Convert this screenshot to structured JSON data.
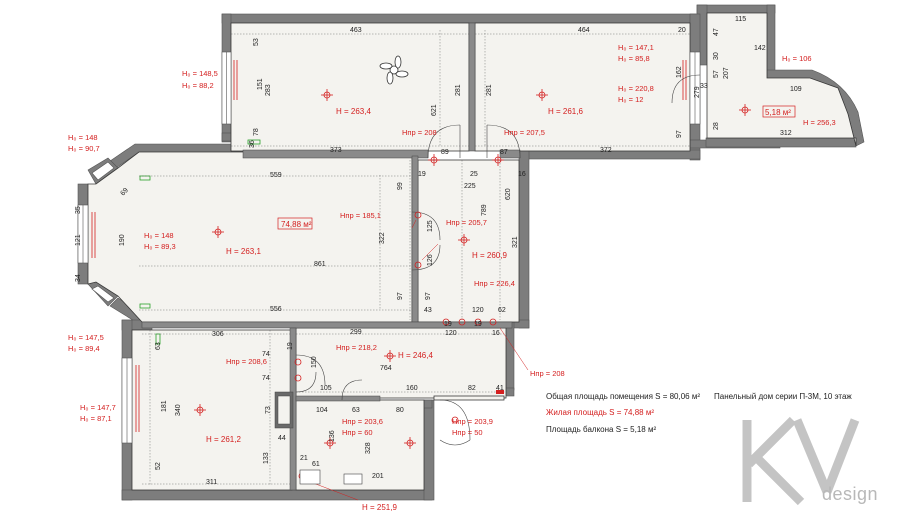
{
  "summary": {
    "total_area": "Общая площадь помещения  S = 80,06 м²",
    "living_area": "Жилая площадь  S = 74,88 м²",
    "balcony_area": "Площадь балкона  S = 5,18 м²",
    "building": "Панельный дом серии  П-3М, 10 этаж"
  },
  "logo": {
    "text": "design",
    "letters": "KV"
  },
  "room_labels": {
    "living_area": "74,88 м²",
    "balcony_area": "5,18 м²"
  },
  "dimensions": {
    "top_left_room_width": "463",
    "top_right_room_width": "464",
    "balcony_top": "115",
    "balcony_142": "142",
    "balcony_109": "109",
    "balcony_312": "312",
    "balcony_207": "207",
    "d53": "53",
    "d151": "151",
    "d283": "283",
    "d78": "78",
    "d36": "36",
    "d373": "373",
    "d621": "621",
    "d281a": "281",
    "d281b": "281",
    "d89": "89",
    "d19a": "19",
    "d25": "25",
    "d87": "87",
    "d16": "16",
    "d372": "372",
    "d225": "225",
    "d20a": "20",
    "d162": "162",
    "d279": "279",
    "d33": "33",
    "d97a": "97",
    "d30": "30",
    "d28": "28",
    "d47": "47",
    "d57": "57",
    "d559": "559",
    "d69": "69",
    "d35": "35",
    "d121": "121",
    "d190": "190",
    "d34": "34",
    "d861": "861",
    "d99": "99",
    "d322": "322",
    "d125a": "125",
    "d126": "126",
    "d789": "789",
    "d620": "620",
    "d321": "321",
    "d556": "556",
    "d97b": "97",
    "d97c": "97",
    "d43": "43",
    "d120a": "120",
    "d62": "62",
    "d19b": "19",
    "d120b": "120",
    "d19c": "19",
    "d16b": "16",
    "d306": "306",
    "d299": "299",
    "d764": "764",
    "d150": "150",
    "d74a": "74",
    "d74b": "74",
    "d105": "105",
    "d160": "160",
    "d82": "82",
    "d41": "41",
    "d181": "181",
    "d340": "340",
    "d73": "73",
    "d104": "104",
    "d63": "63",
    "d80": "80",
    "d44": "44",
    "d136": "136",
    "d328": "328",
    "d133": "133",
    "d21": "21",
    "d61": "61",
    "d201": "201",
    "d311": "311",
    "d19d": "19",
    "d63b": "63",
    "d52": "52"
  },
  "heights": {
    "top_left_window": [
      "Н₀ = 148,5",
      "Н₀ = 88,2"
    ],
    "top_right_window": [
      "Н₀ = 147,1",
      "Н₀ = 85,8"
    ],
    "top_right_door": [
      "Н₀ = 220,8",
      "Н₀ = 12"
    ],
    "balcony_window": "Н₀ = 106",
    "balcony_ceiling": "Н = 256,3",
    "bay_left": [
      "Н₀ = 148",
      "Н₀ = 90,7"
    ],
    "bay_center": [
      "Н₀ = 148",
      "Н₀ = 89,3"
    ],
    "bottom_left_window": [
      "Н₀ = 147,5",
      "Н₀ = 89,4"
    ],
    "bottom_left_window2": [
      "Н₀ = 147,7",
      "Н₀ = 87,1"
    ],
    "room1_ceiling": "Н = 263,4",
    "room2_ceiling": "Н = 261,6",
    "living_ceiling": "Н = 263,1",
    "hall_ceiling": "Н = 260,9",
    "bedroom_ceiling": "Н = 261,2",
    "corridor_ceiling": "Н = 246,4",
    "door_208a": "Нпр = 208",
    "door_207_5": "Нпр = 207,5",
    "door_185_1": "Нпр = 185,1",
    "door_205_7": "Нпр = 205,7",
    "door_226_4": "Нпр = 226,4",
    "door_218_2": "Нпр = 218,2",
    "door_208_6": "Нпр = 208,6",
    "door_208b": "Нпр = 208",
    "door_203_6": [
      "Нпр = 203,6",
      "Нпр = 60"
    ],
    "door_203_9": [
      "Нпр = 203,9",
      "Нпр = 50"
    ],
    "entry_ceiling": "Н = 251,9"
  }
}
